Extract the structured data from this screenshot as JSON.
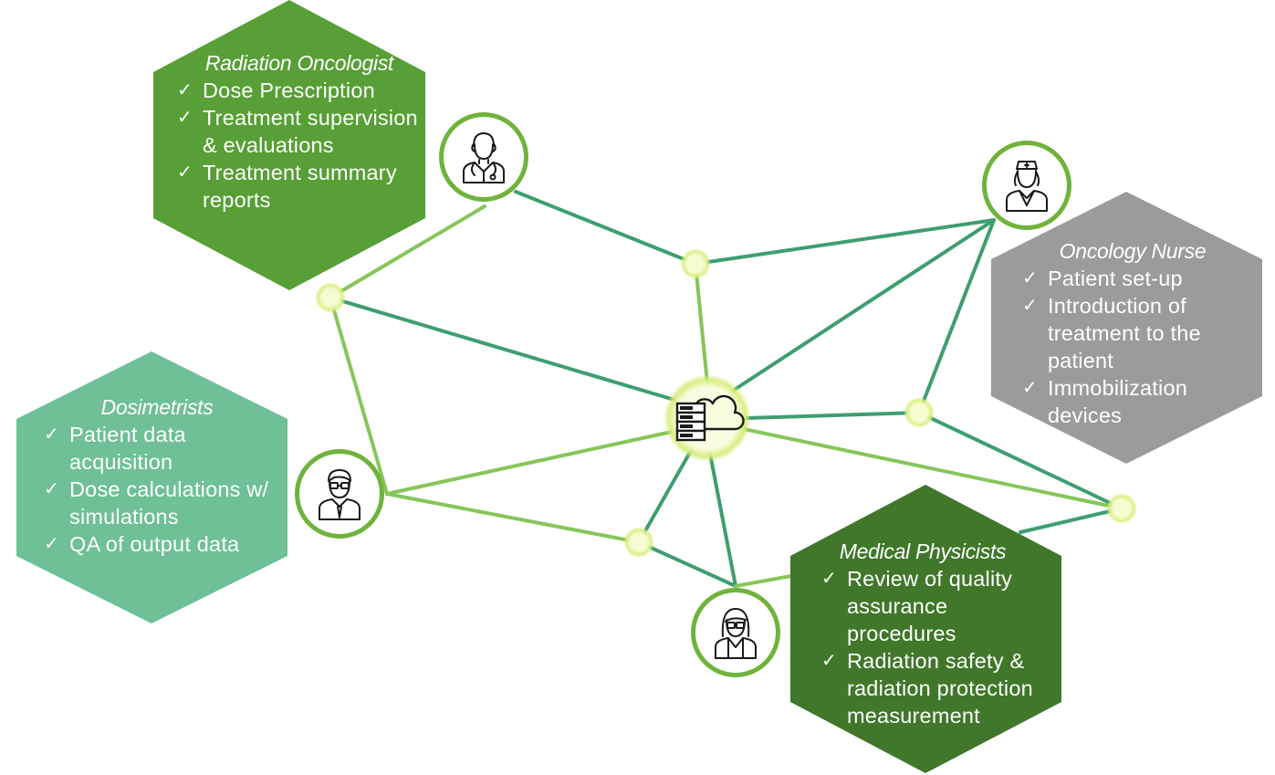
{
  "colors": {
    "link_dark": "#3e9e70",
    "link_light": "#86c659",
    "node_fill": "#f6fbd2",
    "node_glow": "#cfe86a",
    "avatar_ring": "#6fb33b",
    "radiation_oncologist": "#579f36",
    "dosimetrists": "#6fbf97",
    "oncology_nurse": "#9b9b9b",
    "medical_physicists": "#40772a"
  },
  "icons": {
    "hub": "server-cloud-icon",
    "radiation_oncologist": "doctor-icon",
    "oncology_nurse": "nurse-icon",
    "dosimetrists": "man-with-glasses-icon",
    "medical_physicists": "woman-with-glasses-icon"
  },
  "check_glyph": "✓",
  "roles": {
    "radiation_oncologist": {
      "title": "Radiation Oncologist",
      "items": [
        "Dose Prescription",
        "Treatment supervision & evaluations",
        "Treatment summary reports"
      ]
    },
    "dosimetrists": {
      "title": "Dosimetrists",
      "items": [
        "Patient data acquisition",
        "Dose calculations w/ simulations",
        "QA  of output data"
      ]
    },
    "oncology_nurse": {
      "title": "Oncology Nurse",
      "items": [
        "Patient set-up",
        "Introduction of treatment to the patient",
        "Immobilization devices"
      ]
    },
    "medical_physicists": {
      "title": "Medical Physicists",
      "items": [
        "Review of quality assurance procedures",
        "Radiation safety & radiation protection measurement"
      ]
    }
  }
}
